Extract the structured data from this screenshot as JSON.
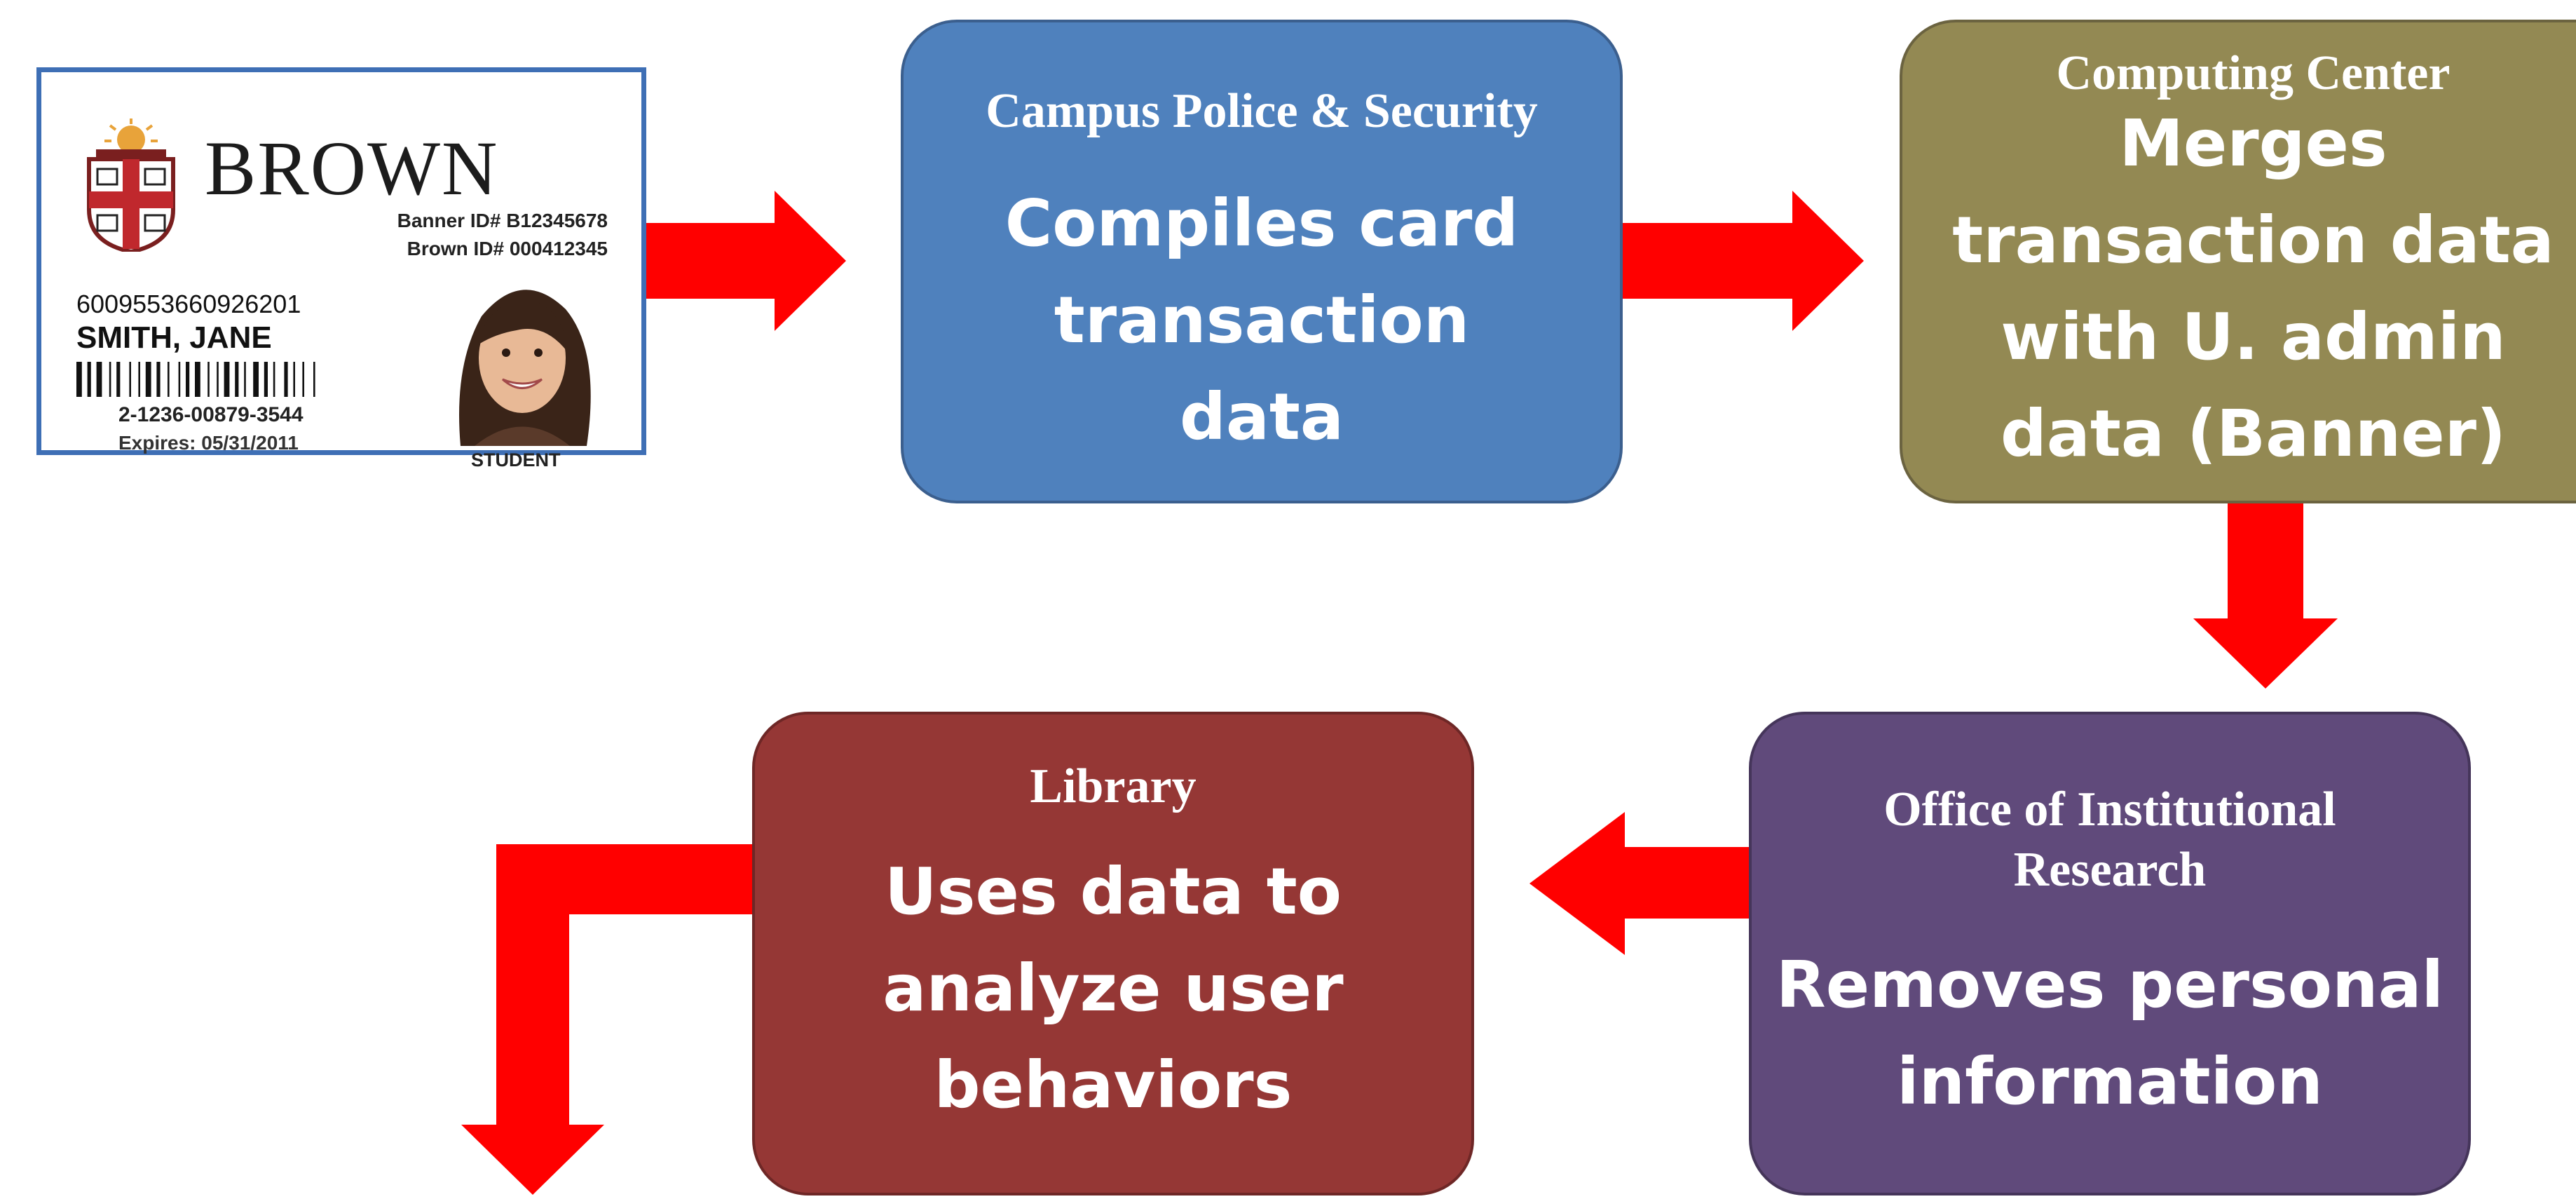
{
  "id_card": {
    "brand": "BROWN",
    "banner_id": "Banner ID# B12345678",
    "brown_id": "Brown ID# 000412345",
    "card_number": "6009553660926201",
    "name": "SMITH, JANE",
    "code": "2-1236-00879-3544",
    "expires": "Expires: 05/31/2011",
    "role": "STUDENT"
  },
  "steps": {
    "police": {
      "header": "Campus Police & Security",
      "body": [
        "Compiles card",
        "transaction",
        "data"
      ]
    },
    "computing": {
      "header": "Computing Center",
      "body": [
        "Merges",
        "transaction data",
        "with U. admin",
        "data (Banner)"
      ]
    },
    "oir": {
      "header": [
        "Office of  Institutional",
        "Research"
      ],
      "body": [
        "Removes personal",
        "information"
      ]
    },
    "library": {
      "header": "Library",
      "body": [
        "Uses data to",
        "analyze user",
        "behaviors"
      ]
    }
  },
  "colors": {
    "police": "#4f81bd",
    "computing": "#938953",
    "oir": "#604a7b",
    "library": "#953735",
    "arrow": "#ff0000",
    "card_border": "#3e6fb5"
  }
}
